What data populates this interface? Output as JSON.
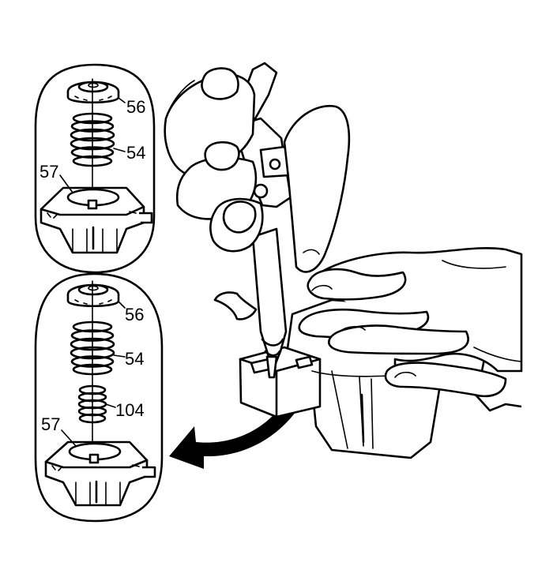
{
  "diagram": {
    "upper_inset": {
      "callouts": {
        "cap": "56",
        "spring": "54",
        "housing": "57"
      }
    },
    "lower_inset": {
      "callouts": {
        "cap": "56",
        "spring": "54",
        "inner_spring": "104",
        "housing": "57"
      }
    },
    "colors": {
      "line": "#000000",
      "background": "#ffffff"
    },
    "icons": {
      "arrow": "curved-arrow",
      "tool": "air-nozzle"
    }
  }
}
